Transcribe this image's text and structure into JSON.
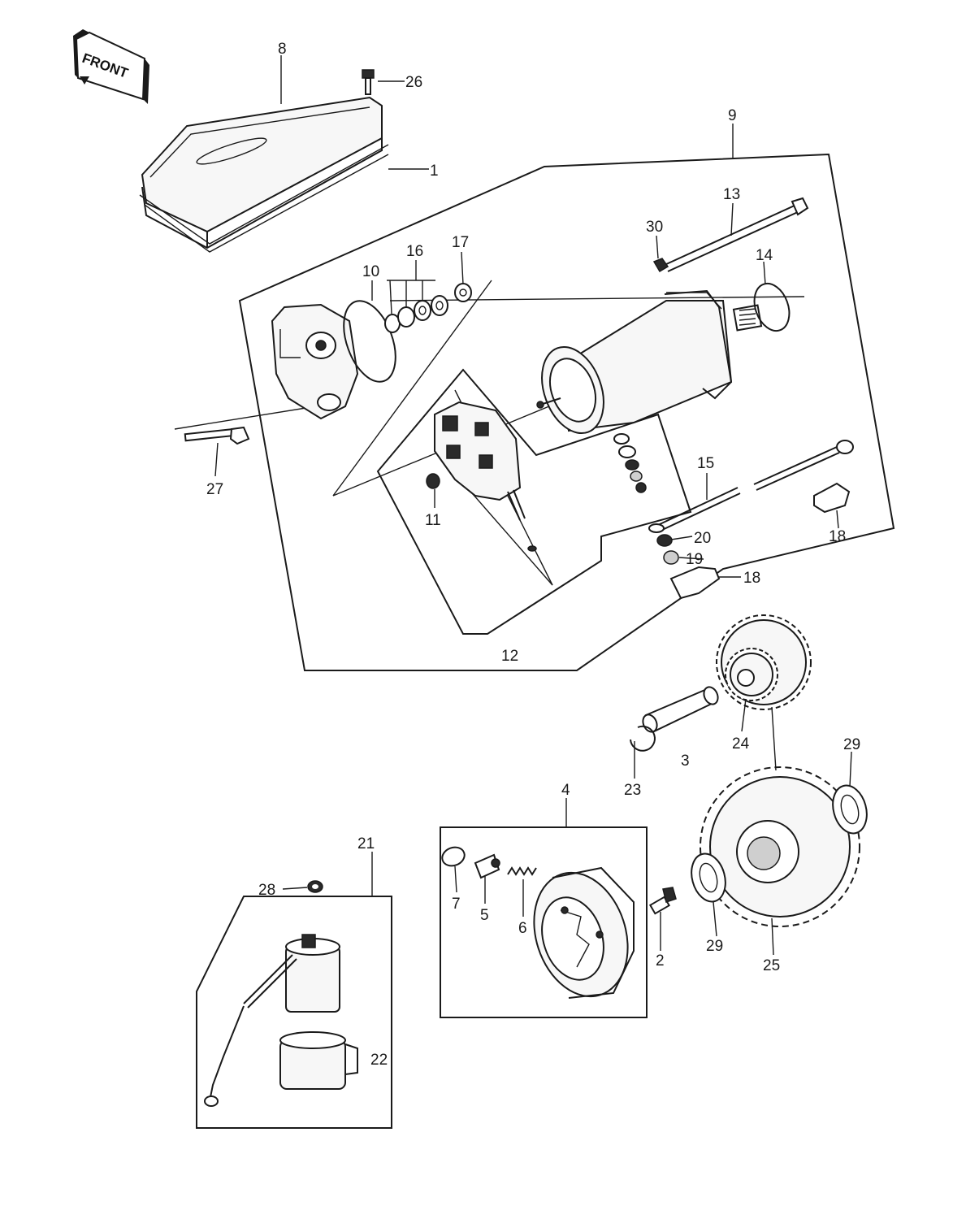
{
  "header": {
    "faint_title": ""
  },
  "front_badge": {
    "label": "FRONT"
  },
  "callouts": {
    "c1": "1",
    "c2": "2",
    "c3": "3",
    "c4": "4",
    "c5": "5",
    "c6": "6",
    "c7": "7",
    "c8": "8",
    "c9": "9",
    "c10": "10",
    "c11": "11",
    "c12": "12",
    "c13": "13",
    "c14": "14",
    "c15": "15",
    "c16": "16",
    "c17": "17",
    "c18a": "18",
    "c18b": "18",
    "c19": "19",
    "c20": "20",
    "c21": "21",
    "c22": "22",
    "c23": "23",
    "c24": "24",
    "c25": "25",
    "c26": "26",
    "c27": "27",
    "c28": "28",
    "c29a": "29",
    "c29b": "29",
    "c30": "30"
  },
  "colors": {
    "ink": "#1a1a1a",
    "paper": "#ffffff"
  }
}
